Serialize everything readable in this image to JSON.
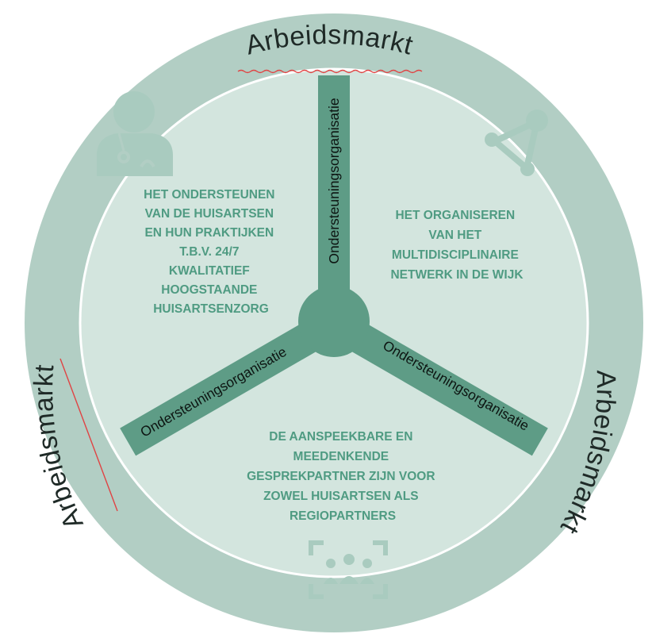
{
  "ring": {
    "top_label": "Arbeidsmarkt",
    "left_label": "Arbeidsmarkt",
    "right_label": "Arbeidsmarkt"
  },
  "spokes": {
    "top_label": "Ondersteuningsorganisatie",
    "left_label": "Ondersteuningsorganisatie",
    "right_label": "Ondersteuningsorganisatie"
  },
  "segments": {
    "left": {
      "lines": [
        "HET ONDERSTEUNEN",
        "VAN DE HUISARTSEN",
        "EN HUN PRAKTIJKEN",
        "T.B.V. 24/7",
        "KWALITATIEF",
        "HOOGSTAANDE",
        "HUISARTSENZORG"
      ]
    },
    "right": {
      "lines": [
        "HET ORGANISEREN",
        "VAN HET",
        "MULTIDISCIPLINAIRE",
        "NETWERK IN DE WIJK"
      ]
    },
    "bottom": {
      "lines": [
        "DE AANSPEEKBARE EN",
        "MEEDENKENDE",
        "GESPREKPARTNER ZIJN VOOR",
        "ZOWEL HUISARTSEN ALS",
        "REGIOPARTNERS"
      ]
    }
  },
  "icons": {
    "top_left": "doctor-stethoscope-icon",
    "top_right": "network-nodes-icon",
    "bottom": "group-focus-icon"
  },
  "colors": {
    "outer_ring": "#b2cec4",
    "inner_disc": "#d3e5de",
    "spokes": "#5e9c86",
    "segment_text": "#4f9b82",
    "icons": "#a9cbbf"
  }
}
